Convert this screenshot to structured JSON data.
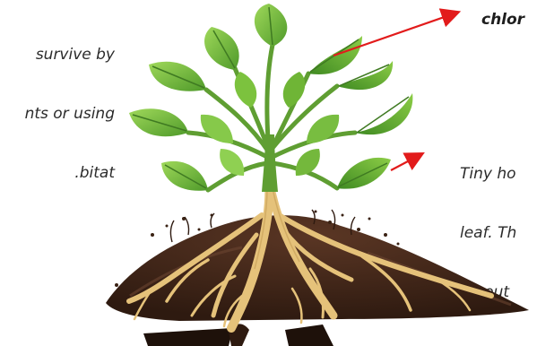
{
  "labels": {
    "left_note_lines": [
      "survive by",
      "nts or using",
      "bitat."
    ],
    "chlor_label": "chlor",
    "right_note_lines": [
      "Tiny ho",
      "leaf. Th",
      "let out"
    ]
  },
  "colors": {
    "arrow": "#e21b1b",
    "leaf_light": "#8ccd46",
    "leaf_dark": "#4f9a2a",
    "stem": "#5f9e32",
    "root": "#e5c27a",
    "soil": "#4a2b1c",
    "soil_dark": "#2e1a10"
  }
}
